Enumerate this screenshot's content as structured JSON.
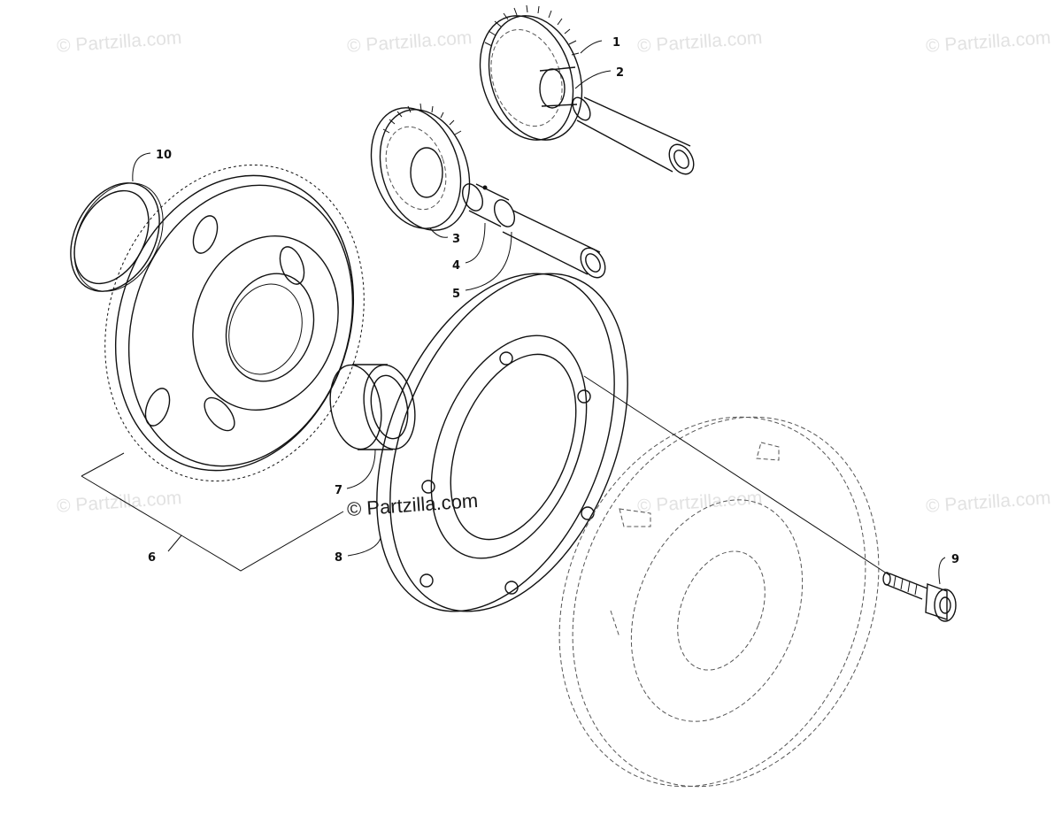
{
  "watermarks": {
    "corner": "© Partzilla.com",
    "center": "© Partzilla.com"
  },
  "callouts": {
    "c1": "1",
    "c2": "2",
    "c3": "3",
    "c4": "4",
    "c5": "5",
    "c6": "6",
    "c7": "7",
    "c8": "8",
    "c9": "9",
    "c10": "10"
  }
}
